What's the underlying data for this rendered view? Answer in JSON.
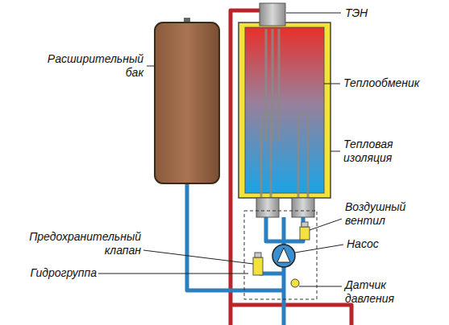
{
  "diagram": {
    "labels": [
      "ТЭН",
      "Расширительный бак",
      "Теплообменик",
      "Тепловая изоляция",
      "Воздушный вентил",
      "Предохранительный клапан",
      "Насос",
      "Гидрогруппа",
      "Датчик давления"
    ]
  }
}
